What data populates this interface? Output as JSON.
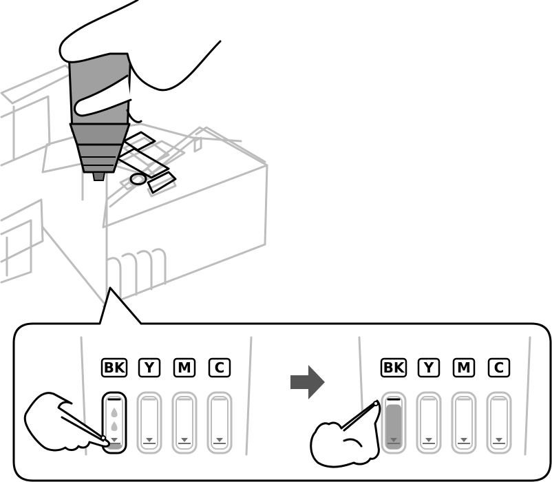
{
  "scene": "Ink bottle refilling — fill the black tank up to the upper line",
  "ink_tanks": {
    "labels": [
      "BK",
      "Y",
      "M",
      "C"
    ],
    "before": {
      "filled_tank": "BK",
      "fill_level": 0.1
    },
    "after": {
      "filled_tank": "BK",
      "fill_level": 0.85
    }
  },
  "colors": {
    "outline": "#000000",
    "light_gray": "#bdbdbd",
    "ink_gray": "#a0a0a0",
    "arrow": "#555555",
    "background": "#ffffff"
  },
  "icons": [
    "hand-holding-bottle",
    "pointing-hand-icon",
    "right-arrow-icon"
  ]
}
